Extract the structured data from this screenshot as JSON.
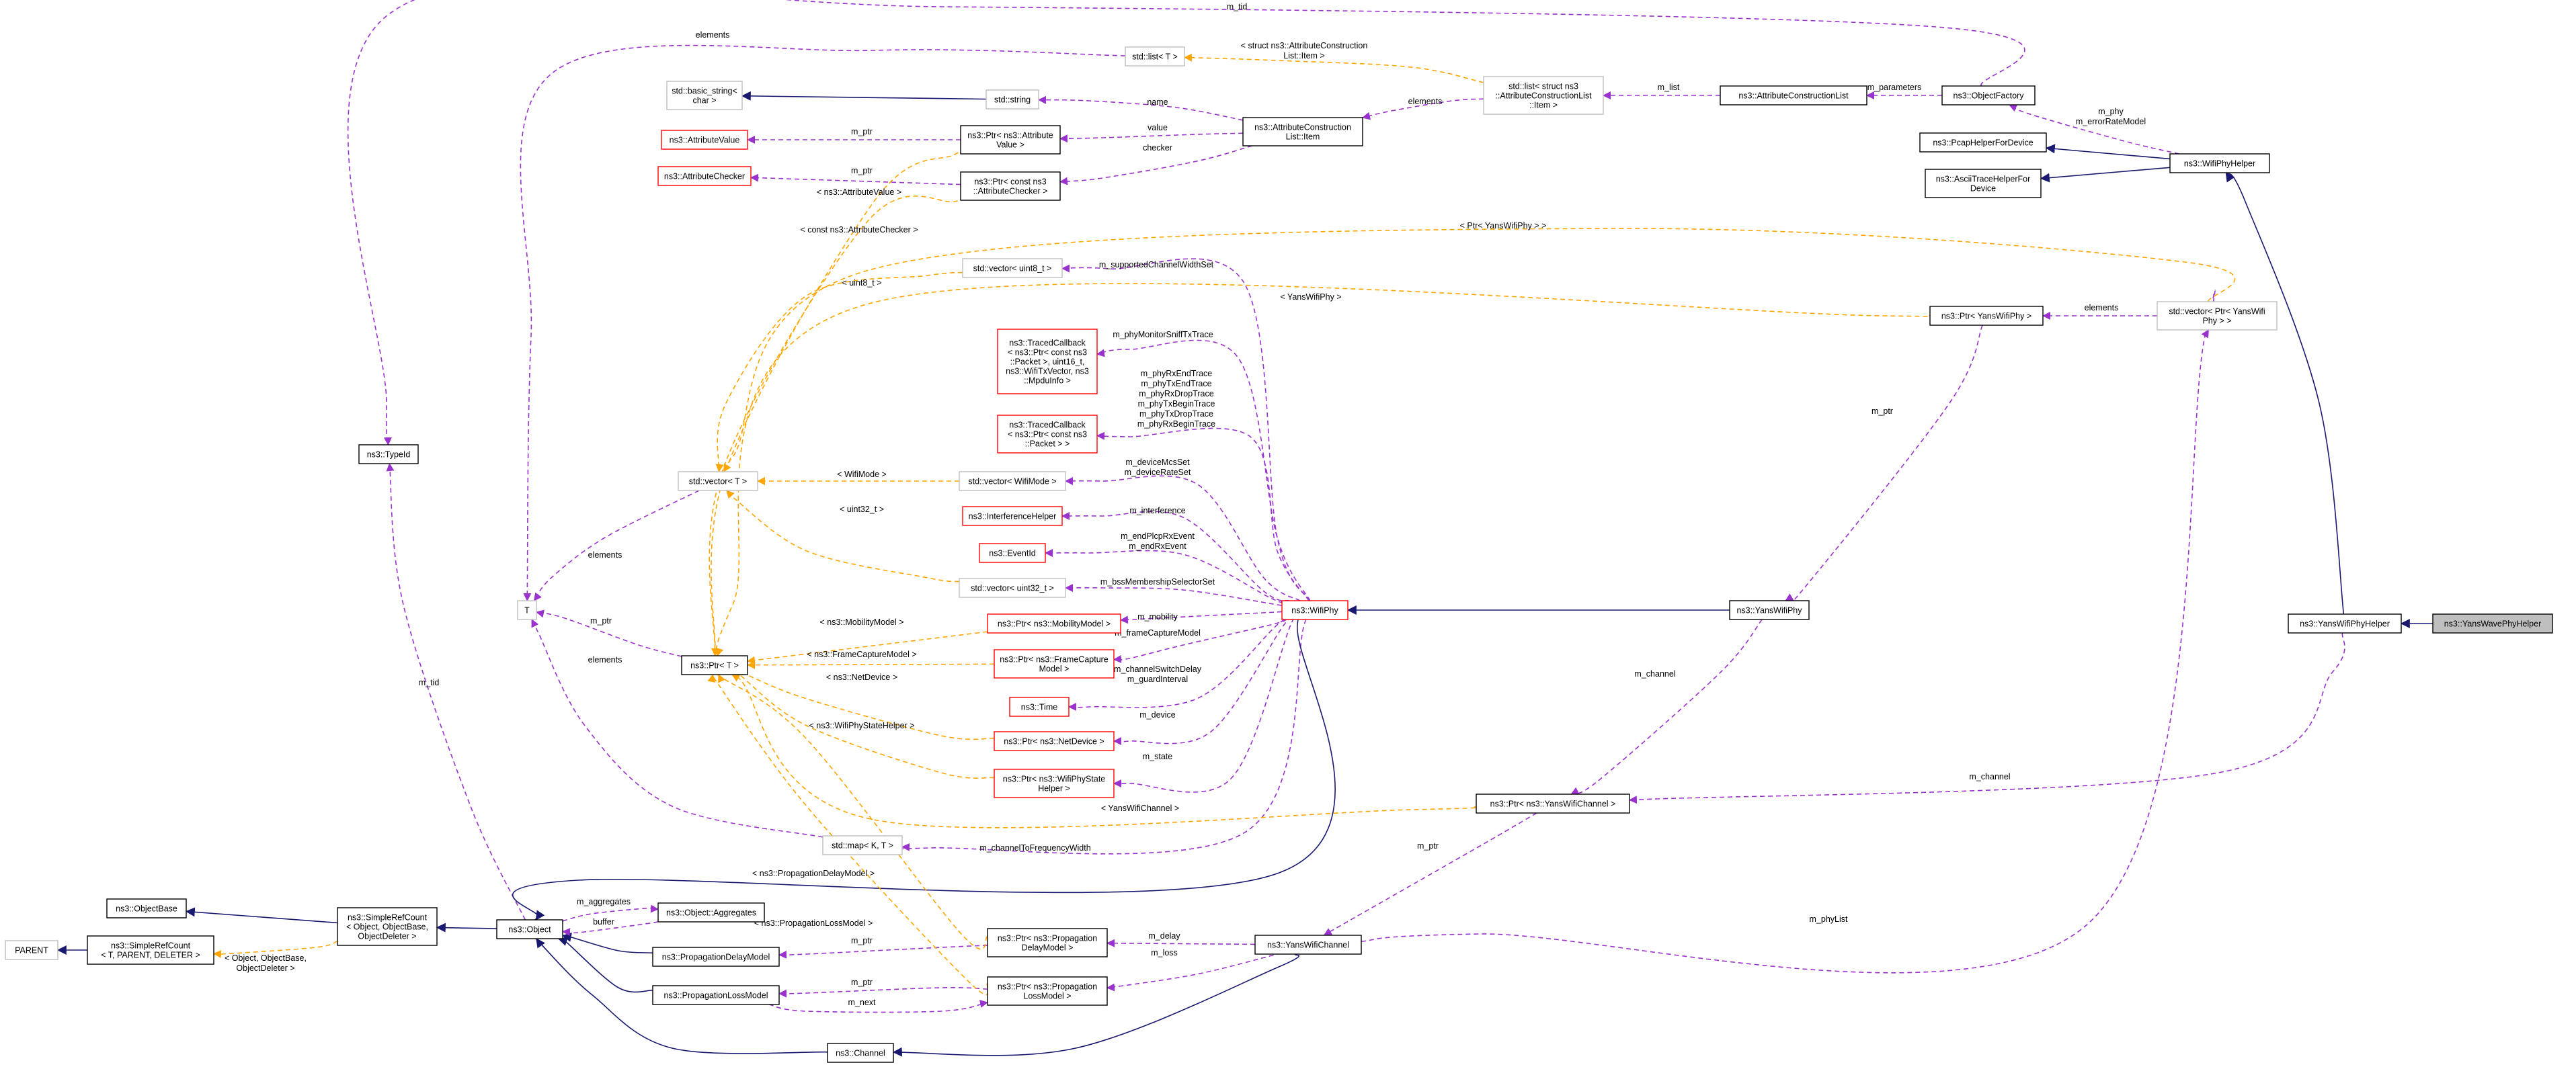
{
  "diagram": {
    "colors": {
      "inherit": "#191970",
      "member": "#9a32cd",
      "template": "#ffa500",
      "border_normal": "#000000",
      "border_truncated": "#ff0000",
      "border_external": "#bfbfbf",
      "highlight_fill": "#bfbfbf"
    },
    "nodes": [
      {
        "id": "yanswave",
        "lines": [
          "ns3::YansWavePhyHelper"
        ],
        "kind": "highlight"
      },
      {
        "id": "yanswifihelper",
        "lines": [
          "ns3::YansWifiPhyHelper"
        ],
        "kind": "normal"
      },
      {
        "id": "wifihelper",
        "lines": [
          "ns3::WifiPhyHelper"
        ],
        "kind": "normal"
      },
      {
        "id": "pcap",
        "lines": [
          "ns3::PcapHelperForDevice"
        ],
        "kind": "normal"
      },
      {
        "id": "ascii",
        "lines": [
          "ns3::AsciiTraceHelperFor",
          "Device"
        ],
        "kind": "normal"
      },
      {
        "id": "objfactory",
        "lines": [
          "ns3::ObjectFactory"
        ],
        "kind": "normal"
      },
      {
        "id": "acl",
        "lines": [
          "ns3::AttributeConstructionList"
        ],
        "kind": "normal"
      },
      {
        "id": "stdlistacl",
        "lines": [
          "std::list< struct ns3",
          "::AttributeConstructionList",
          "::Item >"
        ],
        "kind": "external"
      },
      {
        "id": "aclitem",
        "lines": [
          "ns3::AttributeConstruction",
          "List::Item"
        ],
        "kind": "normal"
      },
      {
        "id": "stdlistT",
        "lines": [
          "std::list< T >"
        ],
        "kind": "external"
      },
      {
        "id": "stdstring",
        "lines": [
          "std::string"
        ],
        "kind": "external"
      },
      {
        "id": "basicstring",
        "lines": [
          "std::basic_string<",
          "char >"
        ],
        "kind": "external"
      },
      {
        "id": "ptrattrval",
        "lines": [
          "ns3::Ptr< ns3::Attribute",
          "Value >"
        ],
        "kind": "normal"
      },
      {
        "id": "attrval",
        "lines": [
          "ns3::AttributeValue"
        ],
        "kind": "truncated"
      },
      {
        "id": "ptrattrchk",
        "lines": [
          "ns3::Ptr< const ns3",
          "::AttributeChecker >"
        ],
        "kind": "normal"
      },
      {
        "id": "attrchk",
        "lines": [
          "ns3::AttributeChecker"
        ],
        "kind": "truncated"
      },
      {
        "id": "typeid",
        "lines": [
          "ns3::TypeId"
        ],
        "kind": "normal"
      },
      {
        "id": "vecuint8",
        "lines": [
          "std::vector< uint8_t >"
        ],
        "kind": "external"
      },
      {
        "id": "traced1",
        "lines": [
          "ns3::TracedCallback",
          "< ns3::Ptr< const ns3",
          "::Packet >, uint16_t,",
          "ns3::WifiTxVector, ns3",
          "::MpduInfo >"
        ],
        "kind": "truncated"
      },
      {
        "id": "traced2",
        "lines": [
          "ns3::TracedCallback",
          "< ns3::Ptr< const ns3",
          "::Packet > >"
        ],
        "kind": "truncated"
      },
      {
        "id": "vecT",
        "lines": [
          "std::vector< T >"
        ],
        "kind": "external"
      },
      {
        "id": "vecwifimode",
        "lines": [
          "std::vector< WifiMode >"
        ],
        "kind": "external"
      },
      {
        "id": "interf",
        "lines": [
          "ns3::InterferenceHelper"
        ],
        "kind": "truncated"
      },
      {
        "id": "eventid",
        "lines": [
          "ns3::EventId"
        ],
        "kind": "truncated"
      },
      {
        "id": "vecuint32",
        "lines": [
          "std::vector< uint32_t >"
        ],
        "kind": "external"
      },
      {
        "id": "T",
        "lines": [
          "T"
        ],
        "kind": "external"
      },
      {
        "id": "ptrT",
        "lines": [
          "ns3::Ptr< T >"
        ],
        "kind": "normal"
      },
      {
        "id": "ptrmob",
        "lines": [
          "ns3::Ptr< ns3::MobilityModel >"
        ],
        "kind": "truncated"
      },
      {
        "id": "ptrfcm",
        "lines": [
          "ns3::Ptr< ns3::FrameCapture",
          "Model >"
        ],
        "kind": "truncated"
      },
      {
        "id": "time",
        "lines": [
          "ns3::Time"
        ],
        "kind": "truncated"
      },
      {
        "id": "ptrnet",
        "lines": [
          "ns3::Ptr< ns3::NetDevice >"
        ],
        "kind": "truncated"
      },
      {
        "id": "ptrstate",
        "lines": [
          "ns3::Ptr< ns3::WifiPhyState",
          "Helper >"
        ],
        "kind": "truncated"
      },
      {
        "id": "wifiphy",
        "lines": [
          "ns3::WifiPhy"
        ],
        "kind": "truncated"
      },
      {
        "id": "yanswifiphy",
        "lines": [
          "ns3::YansWifiPhy"
        ],
        "kind": "normal"
      },
      {
        "id": "ptryanswifiphy",
        "lines": [
          "ns3::Ptr< YansWifiPhy >"
        ],
        "kind": "normal"
      },
      {
        "id": "vecptryans",
        "lines": [
          "std::vector< Ptr< YansWifi",
          "Phy > >"
        ],
        "kind": "external"
      },
      {
        "id": "ptryanschan",
        "lines": [
          "ns3::Ptr< ns3::YansWifiChannel >"
        ],
        "kind": "normal"
      },
      {
        "id": "stdmap",
        "lines": [
          "std::map< K, T >"
        ],
        "kind": "external"
      },
      {
        "id": "objectbase",
        "lines": [
          "ns3::ObjectBase"
        ],
        "kind": "normal"
      },
      {
        "id": "simplerefobj",
        "lines": [
          "ns3::SimpleRefCount",
          "< Object, ObjectBase,",
          "ObjectDeleter >"
        ],
        "kind": "normal"
      },
      {
        "id": "simplereft",
        "lines": [
          "ns3::SimpleRefCount",
          "< T, PARENT, DELETER >"
        ],
        "kind": "normal"
      },
      {
        "id": "parent",
        "lines": [
          "PARENT"
        ],
        "kind": "external"
      },
      {
        "id": "object",
        "lines": [
          "ns3::Object"
        ],
        "kind": "normal"
      },
      {
        "id": "aggregates",
        "lines": [
          "ns3::Object::Aggregates"
        ],
        "kind": "normal"
      },
      {
        "id": "propdelay",
        "lines": [
          "ns3::PropagationDelayModel"
        ],
        "kind": "normal"
      },
      {
        "id": "proploss",
        "lines": [
          "ns3::PropagationLossModel"
        ],
        "kind": "normal"
      },
      {
        "id": "ptrpropdelay",
        "lines": [
          "ns3::Ptr< ns3::Propagation",
          "DelayModel >"
        ],
        "kind": "normal"
      },
      {
        "id": "ptrproploss",
        "lines": [
          "ns3::Ptr< ns3::Propagation",
          "LossModel >"
        ],
        "kind": "normal"
      },
      {
        "id": "yanswifichan",
        "lines": [
          "ns3::YansWifiChannel"
        ],
        "kind": "normal"
      },
      {
        "id": "channel",
        "lines": [
          "ns3::Channel"
        ],
        "kind": "normal"
      }
    ],
    "edges": [
      {
        "from": "yanswave",
        "to": "yanswifihelper",
        "kind": "inherit",
        "lines": []
      },
      {
        "from": "yanswifihelper",
        "to": "wifihelper",
        "kind": "inherit",
        "lines": []
      },
      {
        "from": "wifihelper",
        "to": "pcap",
        "kind": "inherit",
        "lines": []
      },
      {
        "from": "wifihelper",
        "to": "ascii",
        "kind": "inherit",
        "lines": []
      },
      {
        "from": "wifihelper",
        "to": "objfactory",
        "kind": "member",
        "lines": [
          "m_phy",
          "m_errorRateModel"
        ]
      },
      {
        "from": "objfactory",
        "to": "typeid",
        "kind": "member",
        "lines": [
          "m_tid"
        ]
      },
      {
        "from": "objfactory",
        "to": "acl",
        "kind": "member",
        "lines": [
          "m_parameters"
        ]
      },
      {
        "from": "acl",
        "to": "stdlistacl",
        "kind": "member",
        "lines": [
          "m_list"
        ]
      },
      {
        "from": "stdlistacl",
        "to": "aclitem",
        "kind": "member",
        "lines": [
          "elements"
        ]
      },
      {
        "from": "stdlistacl",
        "to": "stdlistT",
        "kind": "template",
        "lines": [
          "< struct ns3::AttributeConstruction",
          "List::Item >"
        ]
      },
      {
        "from": "stdlistT",
        "to": "T",
        "kind": "member",
        "lines": [
          "elements"
        ]
      },
      {
        "from": "stdstring",
        "to": "basicstring",
        "kind": "inherit",
        "lines": []
      },
      {
        "from": "aclitem",
        "to": "stdstring",
        "kind": "member",
        "lines": [
          "name"
        ]
      },
      {
        "from": "aclitem",
        "to": "ptrattrval",
        "kind": "member",
        "lines": [
          "value"
        ]
      },
      {
        "from": "aclitem",
        "to": "ptrattrchk",
        "kind": "member",
        "lines": [
          "checker"
        ]
      },
      {
        "from": "ptrattrval",
        "to": "attrval",
        "kind": "member",
        "lines": [
          "m_ptr"
        ]
      },
      {
        "from": "ptrattrchk",
        "to": "attrchk",
        "kind": "member",
        "lines": [
          "m_ptr"
        ]
      },
      {
        "from": "ptrattrval",
        "to": "ptrT",
        "kind": "template",
        "lines": [
          "< ns3::AttributeValue >"
        ]
      },
      {
        "from": "ptrattrchk",
        "to": "ptrT",
        "kind": "template",
        "lines": [
          "< const ns3::AttributeChecker >"
        ]
      },
      {
        "from": "vecuint8",
        "to": "vecT",
        "kind": "template",
        "lines": [
          "< uint8_t >"
        ]
      },
      {
        "from": "vecwifimode",
        "to": "vecT",
        "kind": "template",
        "lines": [
          "< WifiMode >"
        ]
      },
      {
        "from": "vecuint32",
        "to": "vecT",
        "kind": "template",
        "lines": [
          "< uint32_t >"
        ]
      },
      {
        "from": "vecT",
        "to": "T",
        "kind": "member",
        "lines": [
          "elements"
        ]
      },
      {
        "from": "ptrT",
        "to": "T",
        "kind": "member",
        "lines": [
          "m_ptr"
        ]
      },
      {
        "from": "stdmap",
        "to": "T",
        "kind": "member",
        "lines": [
          "elements"
        ]
      },
      {
        "from": "object",
        "to": "typeid",
        "kind": "member",
        "lines": [
          "m_tid"
        ]
      },
      {
        "from": "wifiphy",
        "to": "vecuint8",
        "kind": "member",
        "lines": [
          "m_supportedChannelWidthSet"
        ]
      },
      {
        "from": "wifiphy",
        "to": "traced1",
        "kind": "member",
        "lines": [
          "m_phyMonitorSniffTxTrace"
        ]
      },
      {
        "from": "wifiphy",
        "to": "traced2",
        "kind": "member",
        "lines": [
          "m_phyRxEndTrace",
          "m_phyTxEndTrace",
          "m_phyRxDropTrace",
          "m_phyTxBeginTrace",
          "m_phyTxDropTrace",
          "m_phyRxBeginTrace"
        ]
      },
      {
        "from": "wifiphy",
        "to": "vecwifimode",
        "kind": "member",
        "lines": [
          "m_deviceMcsSet",
          "m_deviceRateSet"
        ]
      },
      {
        "from": "wifiphy",
        "to": "interf",
        "kind": "member",
        "lines": [
          "m_interference"
        ]
      },
      {
        "from": "wifiphy",
        "to": "eventid",
        "kind": "member",
        "lines": [
          "m_endPlcpRxEvent",
          "m_endRxEvent"
        ]
      },
      {
        "from": "wifiphy",
        "to": "vecuint32",
        "kind": "member",
        "lines": [
          "m_bssMembershipSelectorSet"
        ]
      },
      {
        "from": "wifiphy",
        "to": "ptrmob",
        "kind": "member",
        "lines": [
          "m_mobility"
        ]
      },
      {
        "from": "wifiphy",
        "to": "ptrfcm",
        "kind": "member",
        "lines": [
          "m_frameCaptureModel"
        ]
      },
      {
        "from": "wifiphy",
        "to": "time",
        "kind": "member",
        "lines": [
          "m_channelSwitchDelay",
          "m_guardInterval"
        ]
      },
      {
        "from": "wifiphy",
        "to": "ptrnet",
        "kind": "member",
        "lines": [
          "m_device"
        ]
      },
      {
        "from": "wifiphy",
        "to": "ptrstate",
        "kind": "member",
        "lines": [
          "m_state"
        ]
      },
      {
        "from": "wifiphy",
        "to": "stdmap",
        "kind": "member",
        "lines": [
          "m_channelToFrequencyWidth"
        ]
      },
      {
        "from": "wifiphy",
        "to": "object",
        "kind": "inherit",
        "lines": []
      },
      {
        "from": "ptrmob",
        "to": "ptrT",
        "kind": "template",
        "lines": [
          "< ns3::MobilityModel >"
        ]
      },
      {
        "from": "ptrfcm",
        "to": "ptrT",
        "kind": "template",
        "lines": [
          "< ns3::FrameCaptureModel >"
        ]
      },
      {
        "from": "ptrnet",
        "to": "ptrT",
        "kind": "template",
        "lines": [
          "< ns3::NetDevice >"
        ]
      },
      {
        "from": "ptrstate",
        "to": "ptrT",
        "kind": "template",
        "lines": [
          "< ns3::WifiPhyStateHelper >"
        ]
      },
      {
        "from": "yanswifiphy",
        "to": "wifiphy",
        "kind": "inherit",
        "lines": []
      },
      {
        "from": "yanswifiphy",
        "to": "ptryanschan",
        "kind": "member",
        "lines": [
          "m_channel"
        ]
      },
      {
        "from": "yanswifihelper",
        "to": "ptryanschan",
        "kind": "member",
        "lines": [
          "m_channel"
        ]
      },
      {
        "from": "ptryanswifiphy",
        "to": "yanswifiphy",
        "kind": "member",
        "lines": [
          "m_ptr"
        ]
      },
      {
        "from": "vecptryans",
        "to": "ptryanswifiphy",
        "kind": "member",
        "lines": [
          "elements"
        ]
      },
      {
        "from": "ptryanswifiphy",
        "to": "ptrT",
        "kind": "template",
        "lines": [
          "< YansWifiPhy >"
        ]
      },
      {
        "from": "vecptryans",
        "to": "vecT",
        "kind": "template",
        "lines": [
          "< Ptr< YansWifiPhy > >"
        ]
      },
      {
        "from": "ptryanschan",
        "to": "ptrT",
        "kind": "template",
        "lines": [
          "< YansWifiChannel >"
        ]
      },
      {
        "from": "ptryanschan",
        "to": "yanswifichan",
        "kind": "member",
        "lines": [
          "m_ptr"
        ]
      },
      {
        "from": "yanswifichan",
        "to": "vecptryans",
        "kind": "member",
        "lines": [
          "m_phyList"
        ]
      },
      {
        "from": "yanswifichan",
        "to": "ptrpropdelay",
        "kind": "member",
        "lines": [
          "m_delay"
        ]
      },
      {
        "from": "yanswifichan",
        "to": "ptrproploss",
        "kind": "member",
        "lines": [
          "m_loss"
        ]
      },
      {
        "from": "yanswifichan",
        "to": "channel",
        "kind": "inherit",
        "lines": []
      },
      {
        "from": "channel",
        "to": "object",
        "kind": "inherit",
        "lines": []
      },
      {
        "from": "ptrpropdelay",
        "to": "propdelay",
        "kind": "member",
        "lines": [
          "m_ptr"
        ]
      },
      {
        "from": "ptrproploss",
        "to": "proploss",
        "kind": "member",
        "lines": [
          "m_ptr"
        ]
      },
      {
        "from": "proploss",
        "to": "ptrproploss",
        "kind": "member",
        "lines": [
          "m_next"
        ]
      },
      {
        "from": "ptrpropdelay",
        "to": "ptrT",
        "kind": "template",
        "lines": [
          "< ns3::PropagationDelayModel >"
        ]
      },
      {
        "from": "ptrproploss",
        "to": "ptrT",
        "kind": "template",
        "lines": [
          "< ns3::PropagationLossModel >"
        ]
      },
      {
        "from": "propdelay",
        "to": "object",
        "kind": "inherit",
        "lines": []
      },
      {
        "from": "proploss",
        "to": "object",
        "kind": "inherit",
        "lines": []
      },
      {
        "from": "object",
        "to": "simplerefobj",
        "kind": "inherit",
        "lines": []
      },
      {
        "from": "simplerefobj",
        "to": "objectbase",
        "kind": "inherit",
        "lines": []
      },
      {
        "from": "simplerefobj",
        "to": "simplereft",
        "kind": "template",
        "lines": [
          "< Object, ObjectBase,",
          "ObjectDeleter >"
        ]
      },
      {
        "from": "simplereft",
        "to": "parent",
        "kind": "inherit",
        "lines": []
      },
      {
        "from": "object",
        "to": "aggregates",
        "kind": "member",
        "lines": [
          "m_aggregates"
        ]
      },
      {
        "from": "aggregates",
        "to": "object",
        "kind": "member",
        "lines": [
          "buffer"
        ]
      }
    ]
  }
}
